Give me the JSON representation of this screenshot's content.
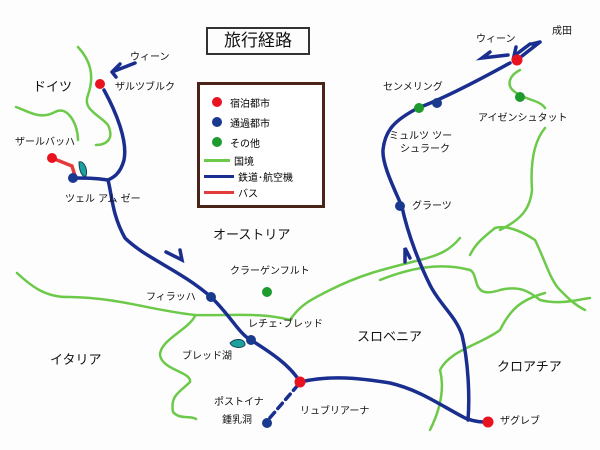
{
  "title": "旅行経路",
  "colors": {
    "stay": "#e8131f",
    "pass": "#1a3a8f",
    "other": "#1e9a2e",
    "border": "#6cc94a",
    "rail": "#1a2e8f",
    "bus": "#e33a3a"
  },
  "legend": [
    {
      "label": "宿泊都市",
      "icon": "red-dot"
    },
    {
      "label": "通過都市",
      "icon": "blue-dot"
    },
    {
      "label": "その他",
      "icon": "green-dot"
    },
    {
      "label": "国境",
      "icon": "green-line"
    },
    {
      "label": "鉄道･航空機",
      "icon": "blue-line"
    },
    {
      "label": "バス",
      "icon": "red-line"
    }
  ],
  "countries": {
    "germany": "ドイツ",
    "austria": "オーストリア",
    "italy": "イタリア",
    "slovenia": "スロベニア",
    "croatia": "クロアチア"
  },
  "places": {
    "vienna_left": "ウィーン",
    "salzburg": "ザルツブルク",
    "saalbach": "ザールバッハ",
    "zell": "ツェル アム ゼー",
    "villach": "フィラッハ",
    "klagenfurt": "クラーゲンフルト",
    "lesce": "レチェ･ブレッド",
    "bled_lake": "ブレッド湖",
    "postojna": "ポストイナ",
    "cave": "鍾乳洞",
    "ljubljana": "リュブリアーナ",
    "zagreb": "ザグレブ",
    "graz": "グラーツ",
    "murz1": "ミュルツ ツー",
    "murz2": "シュラーク",
    "semmering": "センメリング",
    "eisenstadt": "アイゼンシュタット",
    "vienna": "ウィーン",
    "narita": "成田"
  }
}
